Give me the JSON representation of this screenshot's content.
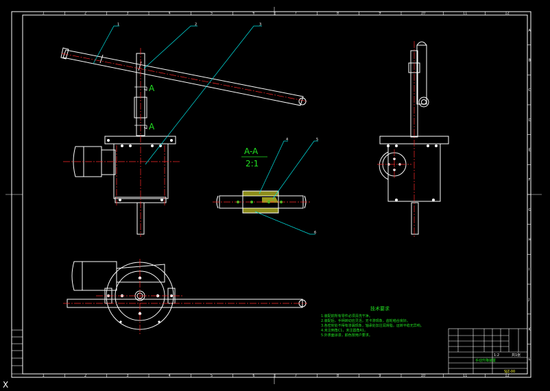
{
  "colors": {
    "background": "#000000",
    "outline": "#ffffff",
    "centerline": "#ff2a2a",
    "leader": "#00e6e6",
    "annotation": "#22e022",
    "highlight": "#ffff33"
  },
  "border_columns": [
    "1",
    "2",
    "3",
    "4",
    "5",
    "6",
    "7",
    "8",
    "9",
    "10",
    "11",
    "12"
  ],
  "border_rows": [
    "A",
    "B",
    "C",
    "D",
    "E",
    "F",
    "G",
    "H",
    "I",
    "J",
    "K",
    "L"
  ],
  "top_view_marks": {
    "upper": "A",
    "lower": "A"
  },
  "balloons": {
    "left_view": [
      "1",
      "2",
      "3"
    ],
    "section_view": [
      "4",
      "5",
      "6"
    ]
  },
  "section": {
    "title": "A-A",
    "scale": "2:1"
  },
  "technical_requirements": {
    "title": "技术要求",
    "items": [
      "1.装配前所有零件必须清洗干净。",
      "2.装配后，手柄转动应灵活，无卡滞现象，齿轮啮合良好。",
      "3.各密封处不得有渗漏现象，轴承处加注润滑脂，运转平稳无异响。",
      "4.未注倒角C1，未注圆角R1。",
      "5.外表面涂漆，颜色按用户要求。"
    ]
  },
  "title_block": {
    "drawing_name": "手动升降装置",
    "drawing_no": "SJZ-00",
    "scale": "1:2",
    "sheet": "共1张"
  },
  "corner_ucs": "X"
}
